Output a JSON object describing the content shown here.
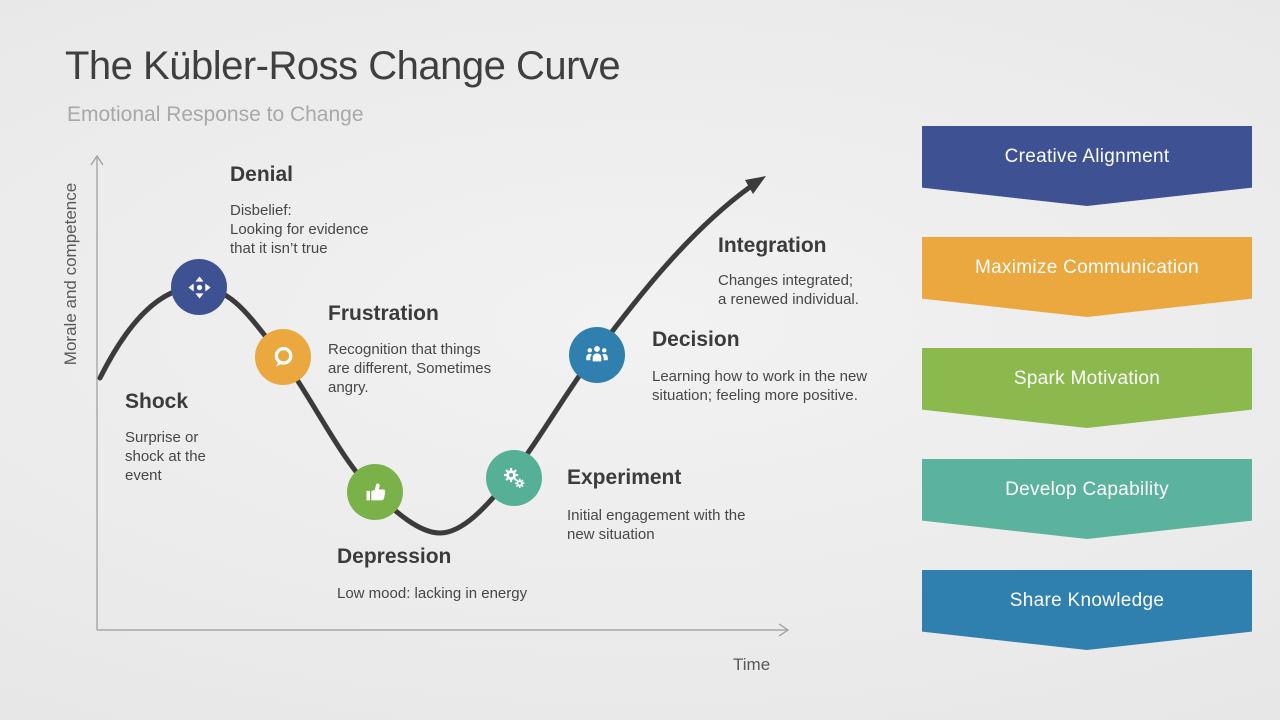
{
  "slide": {
    "title": "The Kübler-Ross Change Curve",
    "subtitle": "Emotional Response to Change"
  },
  "chart": {
    "type": "curve-diagram",
    "y_axis_label": "Morale and competence",
    "x_axis_label": "Time",
    "curve_color": "#3b3b3b",
    "stages": [
      {
        "name": "Shock",
        "description": "Surprise or\nshock at the\nevent"
      },
      {
        "name": "Denial",
        "description": "Disbelief:\nLooking for evidence\nthat it isn’t true",
        "icon": "move-icon",
        "node_color": "#3e5192"
      },
      {
        "name": "Frustration",
        "description": "Recognition that things\nare different, Sometimes\nangry.",
        "icon": "chat-icon",
        "node_color": "#eaa83e"
      },
      {
        "name": "Depression",
        "description": "Low mood: lacking in energy",
        "icon": "thumbs-up-icon",
        "node_color": "#7ab148"
      },
      {
        "name": "Experiment",
        "description": "Initial engagement with the\nnew situation",
        "icon": "gears-icon",
        "node_color": "#55b096"
      },
      {
        "name": "Decision",
        "description": "Learning how to work in the new\nsituation; feeling more positive.",
        "icon": "team-icon",
        "node_color": "#2f80ae"
      },
      {
        "name": "Integration",
        "description": "Changes integrated;\na renewed individual."
      }
    ]
  },
  "banners": [
    {
      "label": "Creative Alignment",
      "color": "#3e5192"
    },
    {
      "label": "Maximize  Communication",
      "color": "#eaa83e"
    },
    {
      "label": "Spark Motivation",
      "color": "#8cb94e"
    },
    {
      "label": "Develop Capability",
      "color": "#5bb39e"
    },
    {
      "label": "Share Knowledge",
      "color": "#2f80ae"
    }
  ]
}
